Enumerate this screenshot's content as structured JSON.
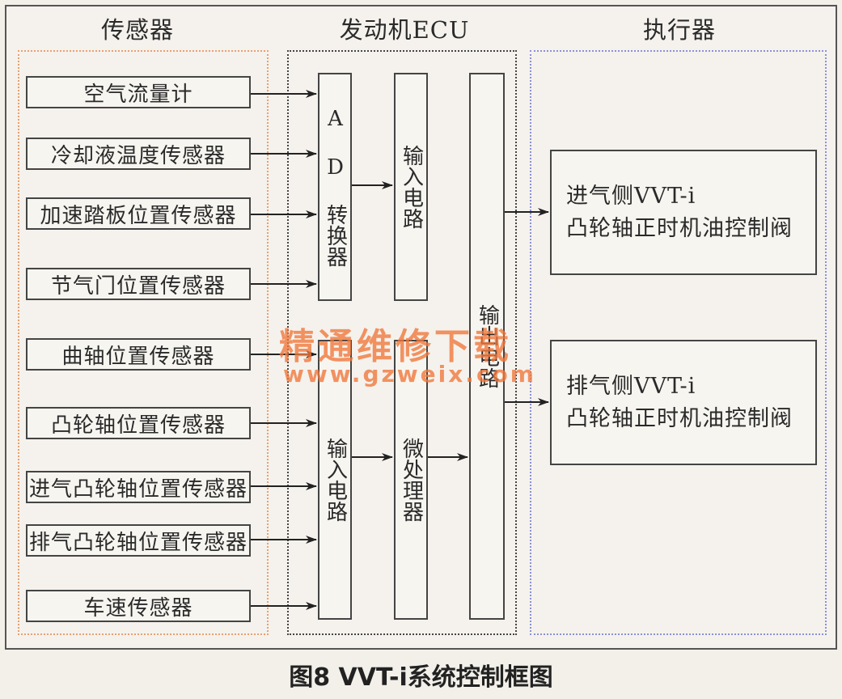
{
  "columns": {
    "sensors": "传感器",
    "ecu": "发动机ECU",
    "actuators": "执行器"
  },
  "sensors": [
    "空气流量计",
    "冷却液温度传感器",
    "加速踏板位置传感器",
    "节气门位置传感器",
    "曲轴位置传感器",
    "凸轮轴位置传感器",
    "进气凸轮轴位置传感器",
    "排气凸轮轴位置传感器",
    "车速传感器"
  ],
  "ecu_blocks": {
    "ad_converter": "A D 转换器",
    "input_circuit_top": "输入电路",
    "input_circuit_bottom": "输入电路",
    "microprocessor": "微处理器",
    "output_circuit": "输出电路"
  },
  "actuators": [
    {
      "line1": "进气侧VVT-i",
      "line2": "凸轮轴正时机油控制阀"
    },
    {
      "line1": "排气侧VVT-i",
      "line2": "凸轮轴正时机油控制阀"
    }
  ],
  "caption": "图8 VVT-i系统控制框图",
  "watermark": {
    "text": "精通维修下载",
    "url": "www.gzweix.com"
  },
  "colors": {
    "sensor_group_border": "#e8a070",
    "actuator_group_border": "#8a90d8",
    "watermark": "#f0783c"
  }
}
